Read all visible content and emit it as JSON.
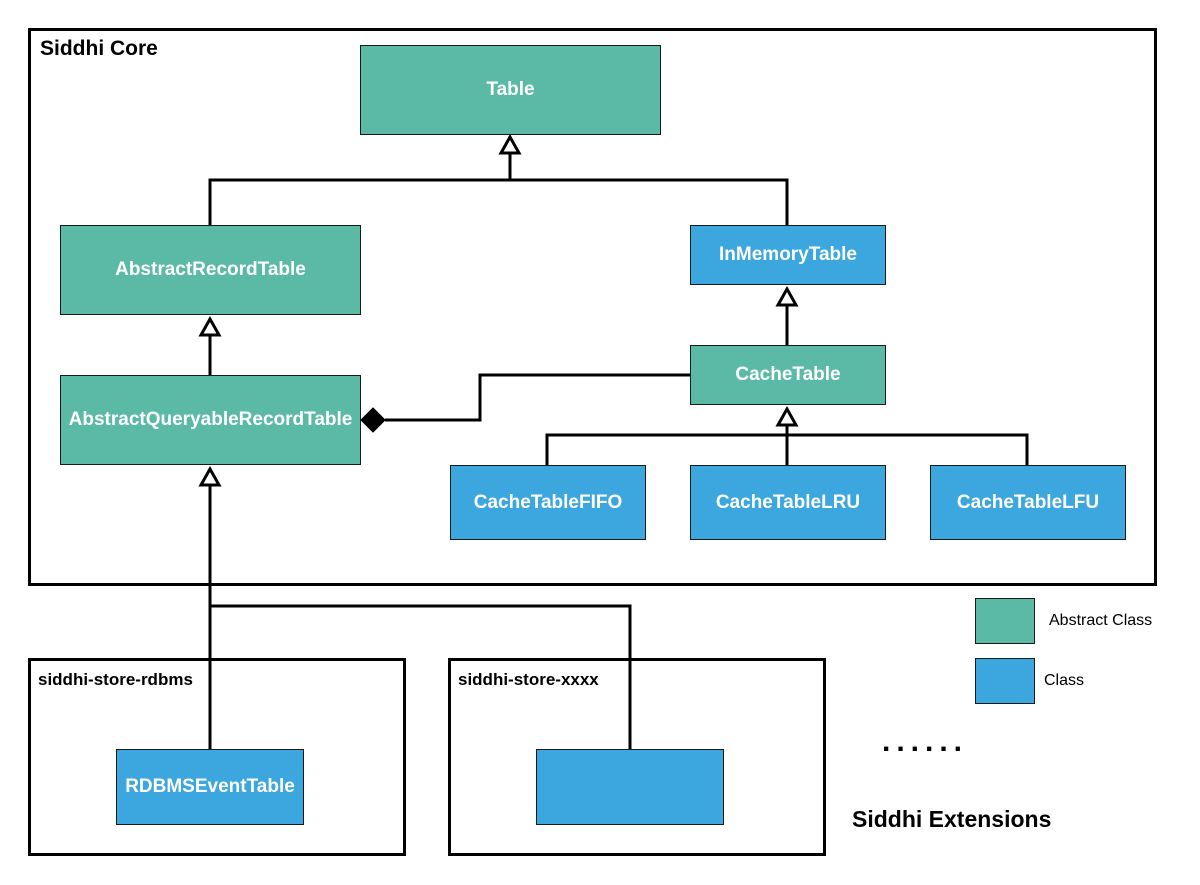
{
  "colors": {
    "abstract": "#5bbaa6",
    "class": "#3ca6de"
  },
  "core": {
    "title": "Siddhi Core"
  },
  "nodes": {
    "table": "Table",
    "abstract_record_table": "AbstractRecordTable",
    "in_memory_table": "InMemoryTable",
    "cache_table": "CacheTable",
    "abstract_queryable_record_table": "AbstractQueryableRecordTable",
    "cache_table_fifo": "CacheTableFIFO",
    "cache_table_lru": "CacheTableLRU",
    "cache_table_lfu": "CacheTableLFU",
    "rdbms_event_table": "RDBMSEventTable",
    "xxxx_table": ""
  },
  "extensions": {
    "rdbms_title": "siddhi-store-rdbms",
    "xxxx_title": "siddhi-store-xxxx",
    "more": "......",
    "title": "Siddhi Extensions"
  },
  "legend": {
    "abstract_label": "Abstract Class",
    "class_label": "Class"
  }
}
